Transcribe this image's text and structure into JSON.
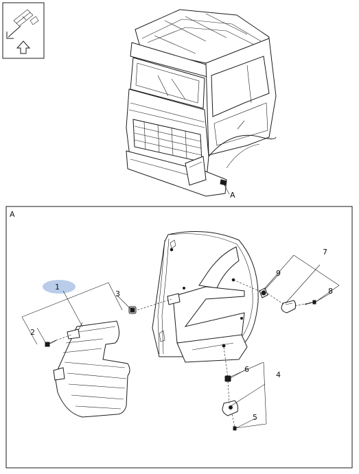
{
  "orientation_icon": {
    "name": "arrow-view-icon"
  },
  "overview": {
    "callout": "A"
  },
  "detail": {
    "frame_label": "A",
    "highlight_color": "#b9cdea",
    "callouts": [
      "1",
      "2",
      "3",
      "4",
      "5",
      "6",
      "7",
      "8",
      "9"
    ]
  }
}
